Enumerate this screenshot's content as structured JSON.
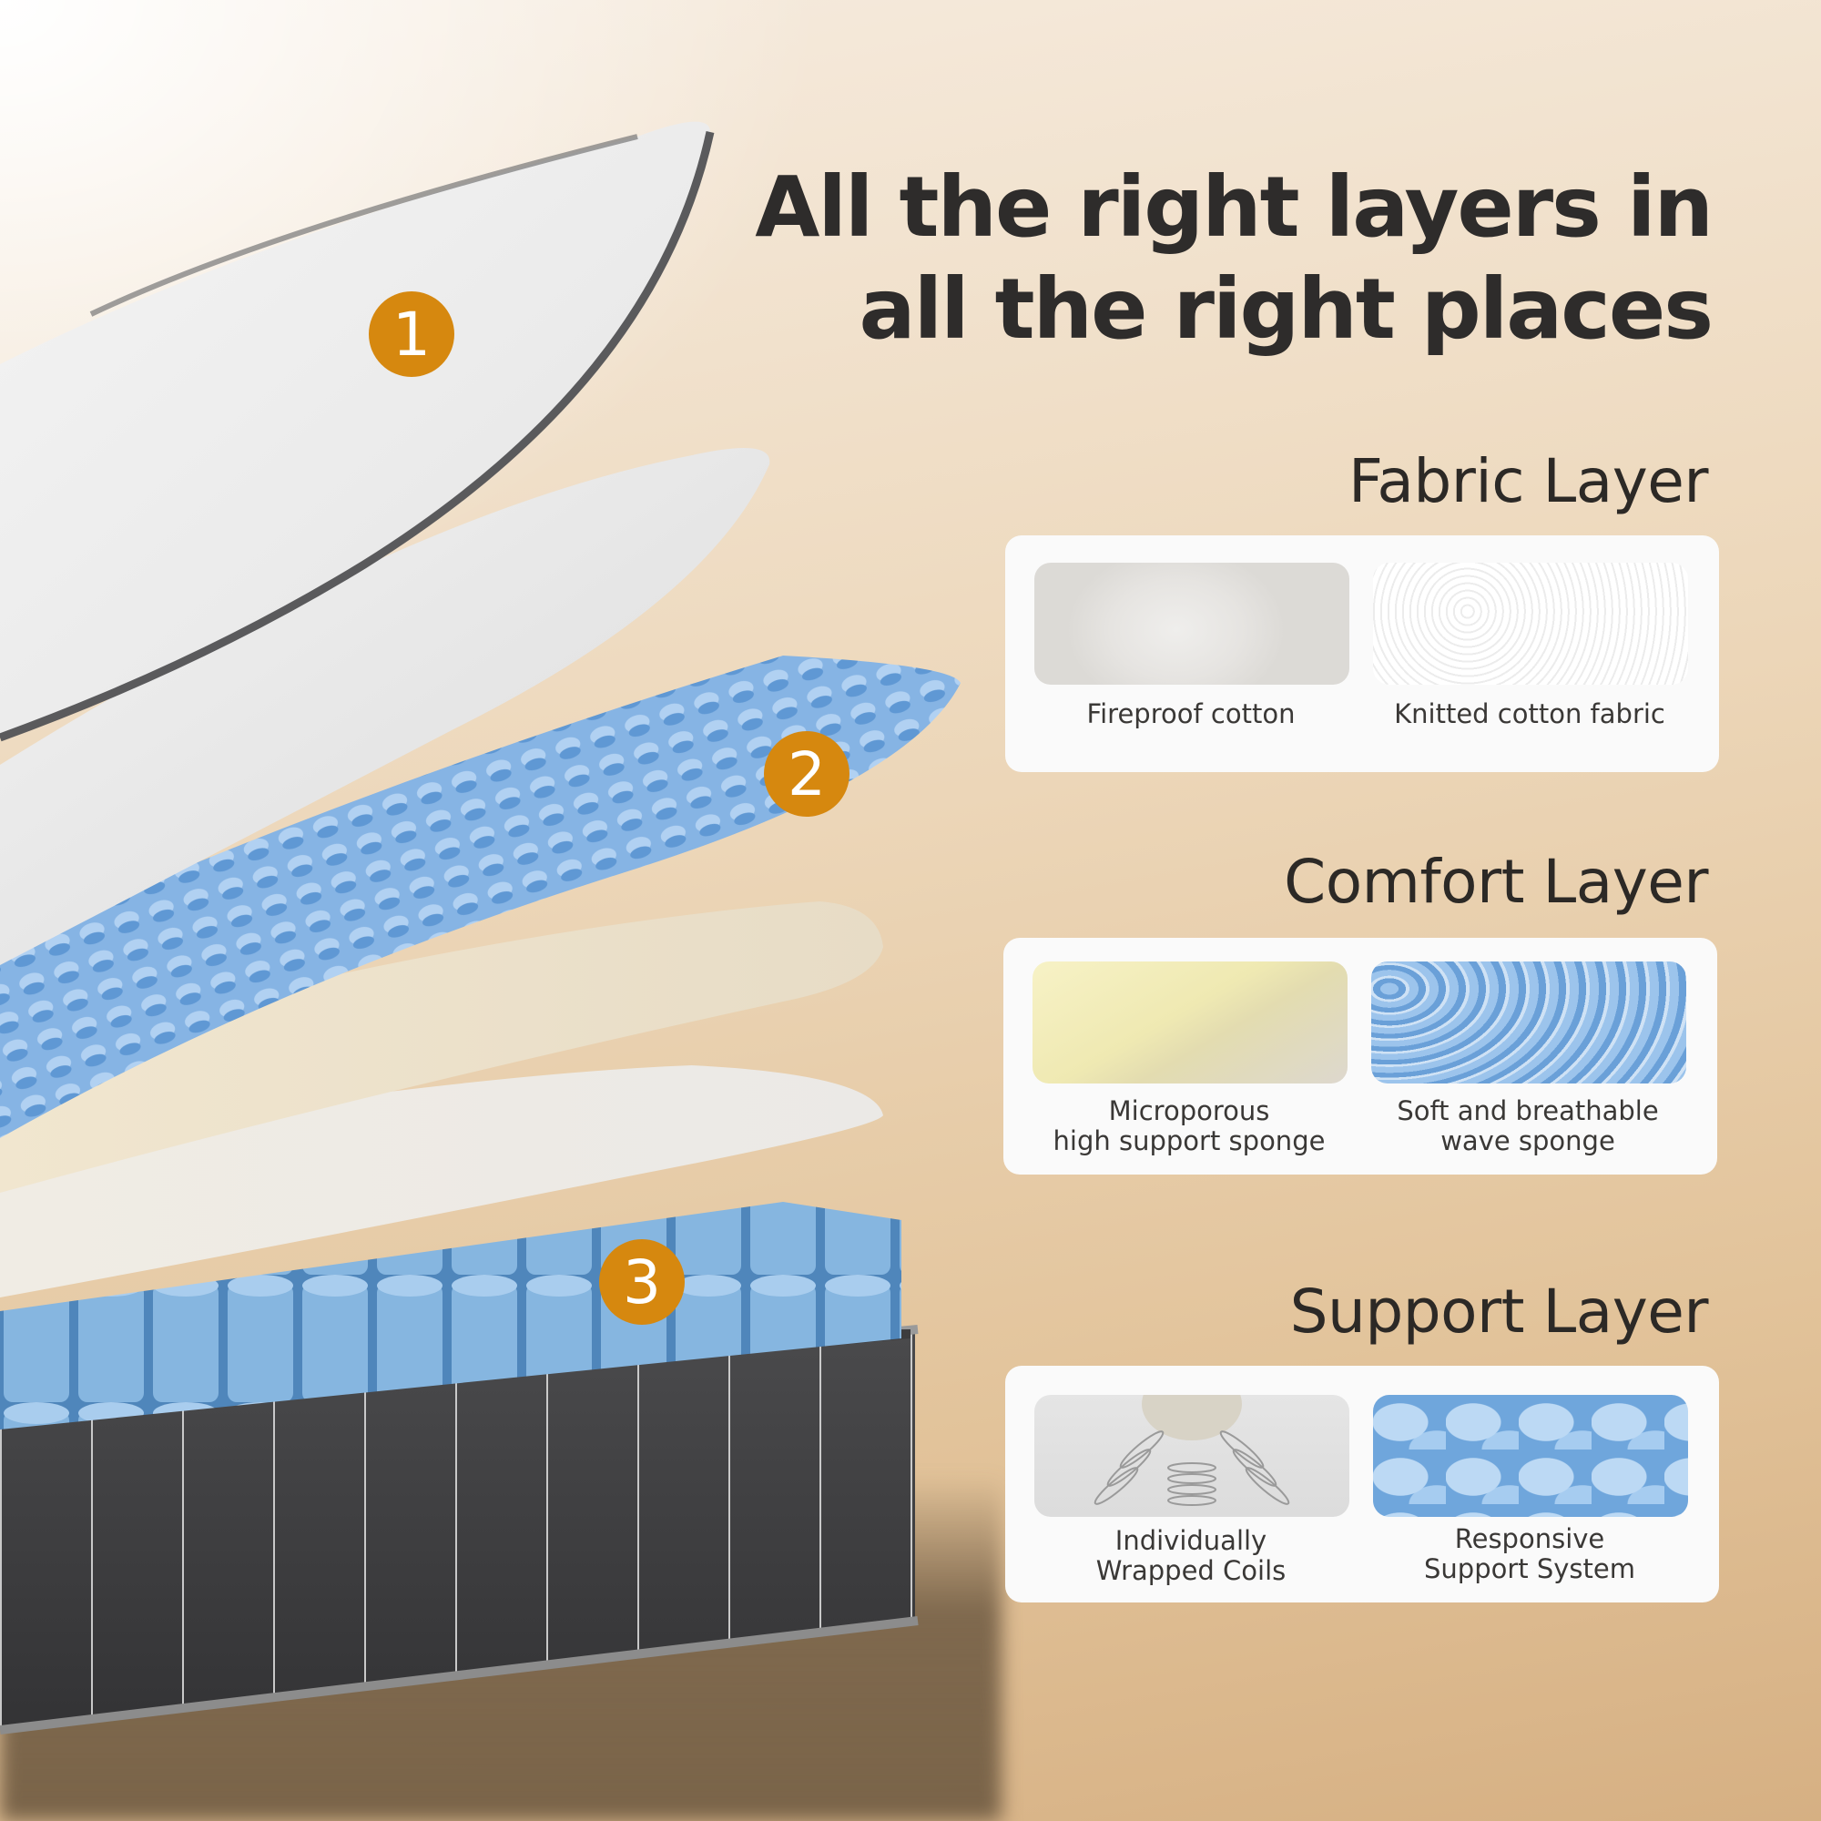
{
  "headline": {
    "line1": "All the right layers in",
    "line2": "all the right places"
  },
  "badges": [
    {
      "number": "1",
      "color": "#d6880f"
    },
    {
      "number": "2",
      "color": "#d6880f"
    },
    {
      "number": "3",
      "color": "#d6880f"
    }
  ],
  "sections": [
    {
      "title": "Fabric Layer",
      "items": [
        {
          "image": "fireproof-cotton-photo",
          "caption_line1": "Fireproof cotton",
          "caption_line2": ""
        },
        {
          "image": "knitted-fabric-photo",
          "caption_line1": "Knitted cotton fabric",
          "caption_line2": ""
        }
      ]
    },
    {
      "title": "Comfort Layer",
      "items": [
        {
          "image": "yellow-sponge-photo",
          "caption_line1": "Microporous",
          "caption_line2": "high support sponge"
        },
        {
          "image": "wave-sponge-photo",
          "caption_line1": "Soft and breathable",
          "caption_line2": "wave sponge"
        }
      ]
    },
    {
      "title": "Support Layer",
      "items": [
        {
          "image": "coil-springs-photo",
          "caption_line1": "Individually",
          "caption_line2": "Wrapped Coils"
        },
        {
          "image": "pocket-coils-photo",
          "caption_line1": "Responsive",
          "caption_line2": "Support System"
        }
      ]
    }
  ],
  "colors": {
    "badge": "#d6880f",
    "headline_text": "#2e2c2b",
    "card_bg": "#fafafa",
    "background": "#ecd6b8"
  }
}
